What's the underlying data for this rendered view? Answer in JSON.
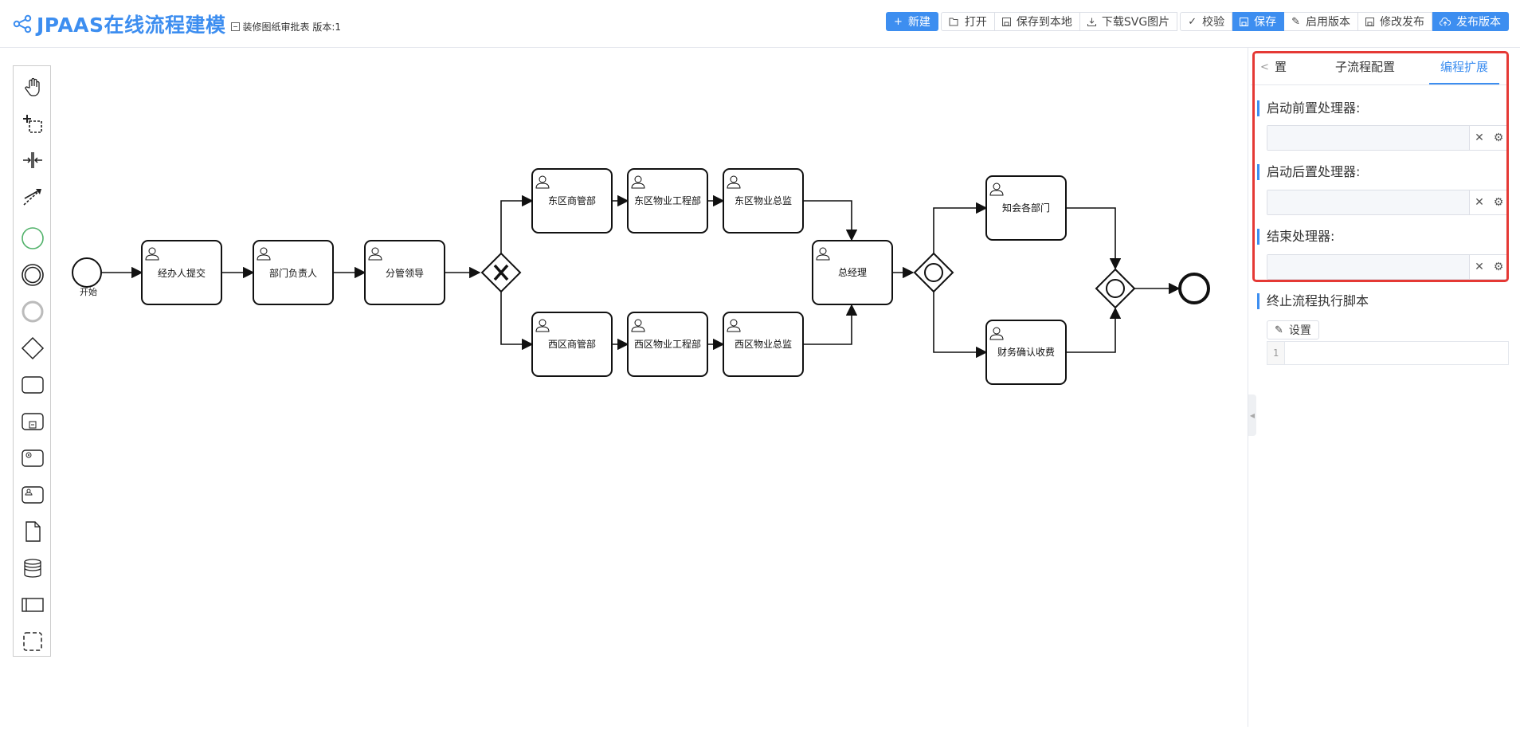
{
  "app": {
    "title": "JPAAS在线流程建模",
    "subtitle": "装修图纸审批表 版本:1",
    "icon": "share-nodes-icon",
    "accent": "#3d8ef0"
  },
  "toolbar": {
    "new_label": "新建",
    "open_label": "打开",
    "save_local_label": "保存到本地",
    "download_svg_label": "下载SVG图片",
    "validate_label": "校验",
    "save_label": "保存",
    "enable_version_label": "启用版本",
    "modify_publish_label": "修改发布",
    "publish_version_label": "发布版本"
  },
  "palette": {
    "items": [
      "hand-tool-icon",
      "lasso-tool-icon",
      "space-tool-icon",
      "global-connect-icon",
      "start-event-icon",
      "intermediate-event-icon",
      "end-event-icon",
      "gateway-icon",
      "task-icon",
      "subprocess-icon",
      "service-task-icon",
      "user-task-icon",
      "data-object-icon",
      "data-store-icon",
      "pool-icon",
      "group-icon"
    ]
  },
  "diagram": {
    "start_label": "开始",
    "tasks": {
      "submit": "经办人提交",
      "dept_head": "部门负责人",
      "leader": "分管领导",
      "east_commerce": "东区商管部",
      "east_engineering": "东区物业工程部",
      "east_director": "东区物业总监",
      "west_commerce": "西区商管部",
      "west_engineering": "西区物业工程部",
      "west_director": "西区物业总监",
      "gm": "总经理",
      "notify": "知会各部门",
      "finance": "财务确认收费"
    }
  },
  "panel": {
    "tabs": {
      "prev_partial": "置",
      "subprocess": "子流程配置",
      "extension": "编程扩展"
    },
    "sections": {
      "pre_start": "启动前置处理器:",
      "post_start": "启动后置处理器:",
      "end_handler": "结束处理器:",
      "terminate_script": "终止流程执行脚本"
    },
    "set_button": "设置",
    "code_line": "1"
  }
}
